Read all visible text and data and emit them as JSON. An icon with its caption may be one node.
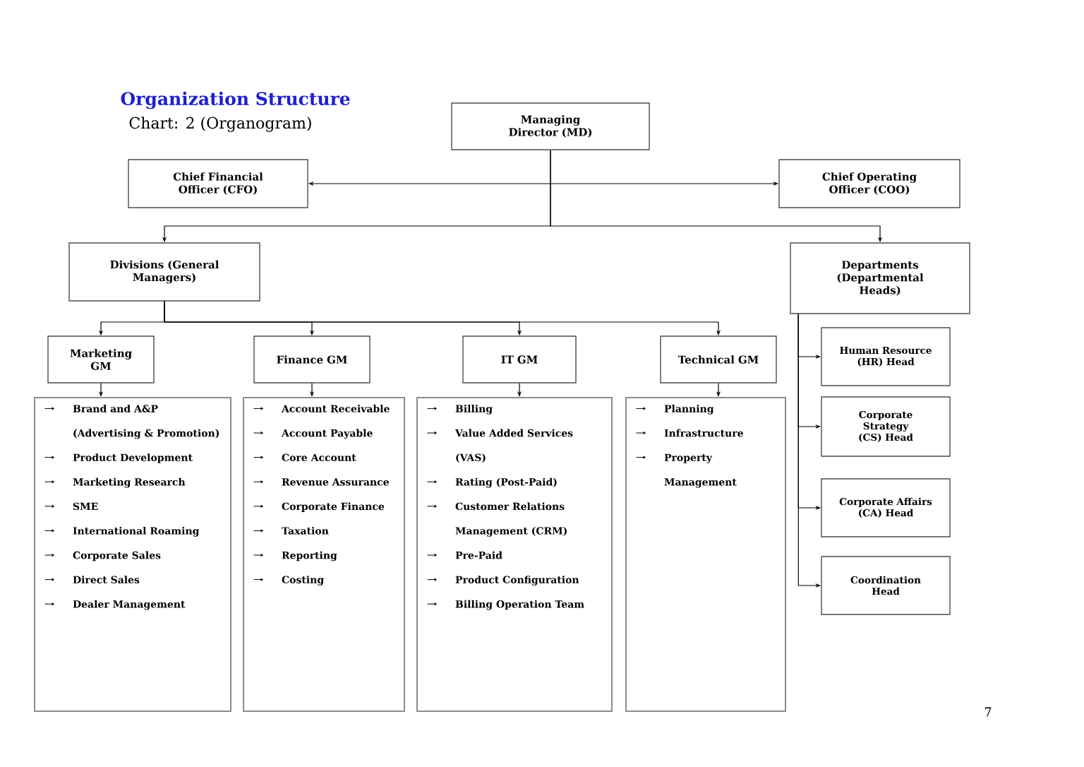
{
  "diagram": {
    "title": "Organization Structure",
    "nodes": [
      {
        "text": [
          "Managing Director (MD)"
        ]
      },
      {
        "text": [
          "Chief Financial Officer (CFO)"
        ]
      },
      {
        "text": [
          "Chief Operating Officer (COO)"
        ]
      },
      {
        "text": [
          "Divisions (General Managers)"
        ]
      },
      {
        "text": [
          "Departments (Departmental Heads)"
        ]
      },
      {
        "text": [
          "Marketing GM"
        ]
      },
      {
        "text": [
          "Finance GM"
        ]
      },
      {
        "text": [
          "IT GM"
        ]
      },
      {
        "text": [
          "Technical GM"
        ]
      },
      {
        "text": [
          "Brand and A&P (Advertising & Promotion)",
          "Product Development",
          "Marketing Research",
          "SME",
          "International Roaming",
          "Corporate Sales",
          "Direct Sales",
          "Dealer Management"
        ]
      },
      {
        "text": [
          "Account Receivable",
          "Account Payable",
          "Core Account",
          "Revenue Assurance",
          "Corporate Finance",
          "Taxation",
          "Reporting",
          "Costing"
        ]
      },
      {
        "text": [
          "Billing",
          "Value Added Services (VAS)",
          "Rating (Post-Paid)",
          "Customer Relations Management (CRM)",
          "Pre-Paid",
          "Product Configuration",
          "Billing Operation Team"
        ]
      },
      {
        "text": [
          "Planning",
          "Infrastructure",
          "Property Management"
        ]
      },
      {
        "text": [
          "Human Resource (HR) Head"
        ]
      },
      {
        "text": [
          "Corporate Strategy (CS) Head"
        ]
      },
      {
        "text": [
          "Corporate Affairs (CA) Head"
        ]
      },
      {
        "text": [
          "Coordination Head"
        ]
      }
    ],
    "edges": [
      {
        "from": 1,
        "to": 2,
        "arrow": "both"
      },
      {
        "from": 0,
        "to": 3,
        "arrow": "to"
      },
      {
        "from": 0,
        "to": 4,
        "arrow": "to"
      },
      {
        "from": 3,
        "to": 5,
        "arrow": "to"
      },
      {
        "from": 3,
        "to": 6,
        "arrow": "to"
      },
      {
        "from": 3,
        "to": 7,
        "arrow": "to"
      },
      {
        "from": 3,
        "to": 8,
        "arrow": "to"
      },
      {
        "from": 5,
        "to": 9,
        "arrow": "to"
      },
      {
        "from": 6,
        "to": 10,
        "arrow": "to"
      },
      {
        "from": 7,
        "to": 11,
        "arrow": "to"
      },
      {
        "from": 8,
        "to": 12,
        "arrow": "to"
      },
      {
        "from": 4,
        "to": 13,
        "arrow": "to"
      },
      {
        "from": 4,
        "to": 14,
        "arrow": "to"
      },
      {
        "from": 4,
        "to": 15,
        "arrow": "to"
      },
      {
        "from": 4,
        "to": 16,
        "arrow": "to"
      }
    ],
    "labels": [
      "Chart: 2 (Organogram)",
      "7"
    ]
  }
}
